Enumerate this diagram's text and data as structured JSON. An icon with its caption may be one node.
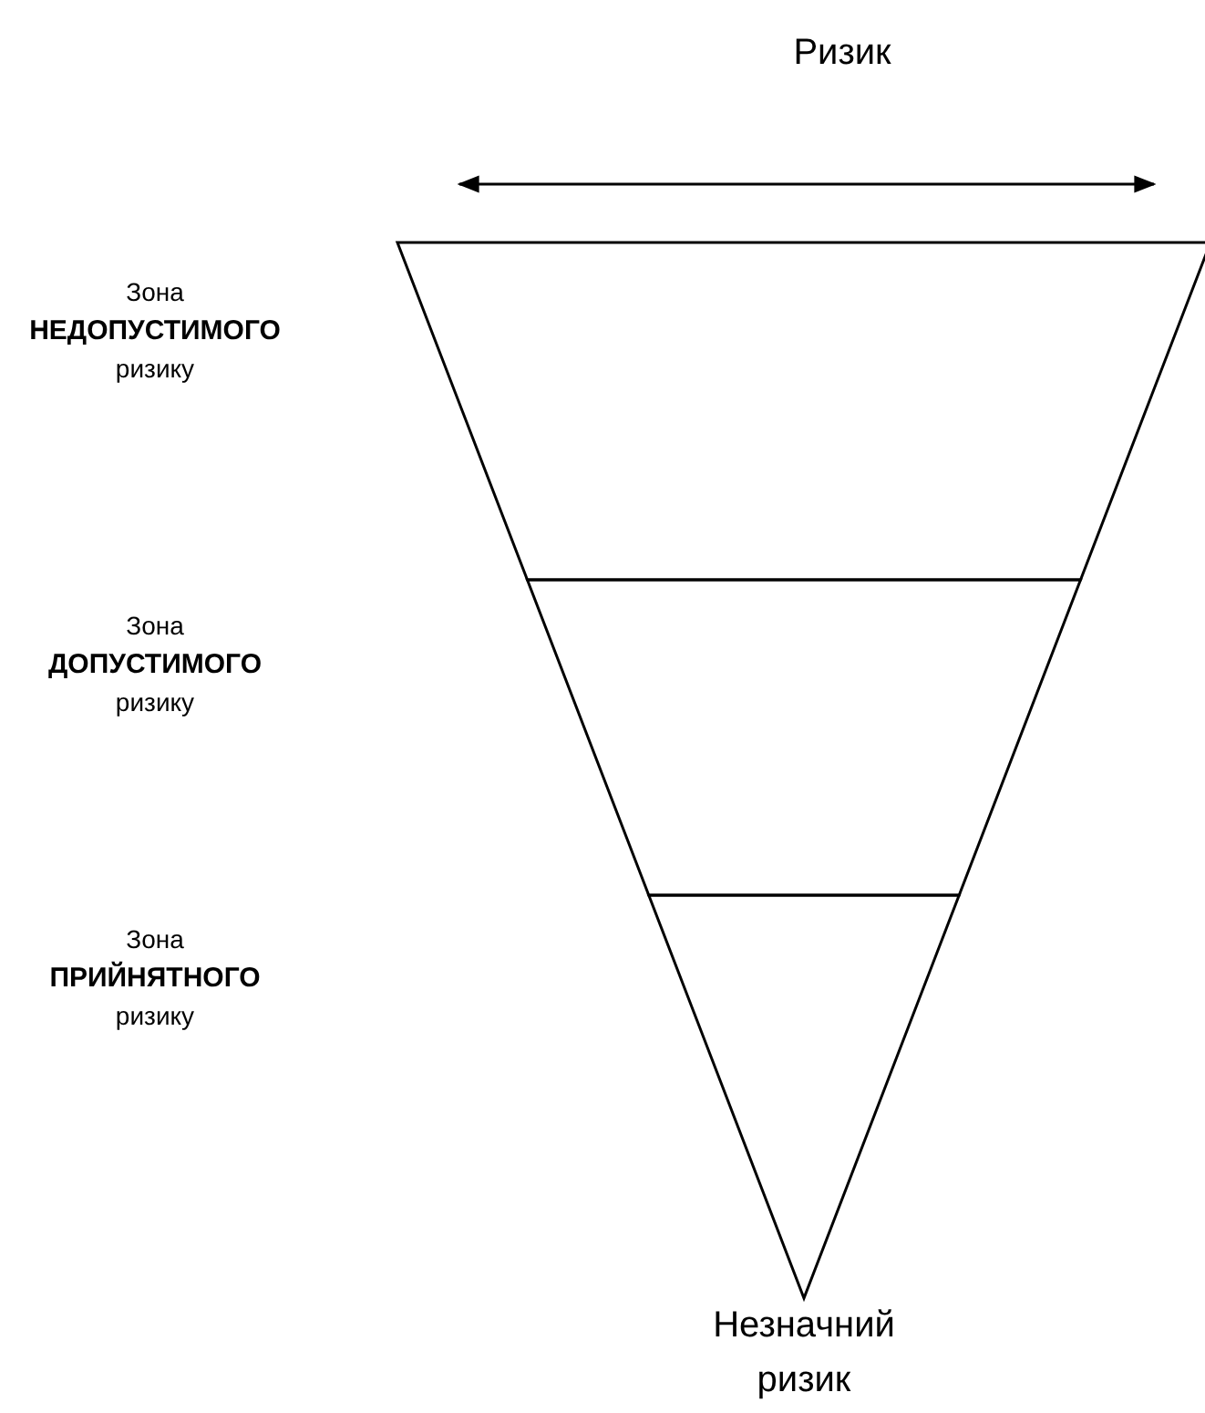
{
  "diagram": {
    "nodes": [
      {
        "text": [],
        "shape": "trapezoid"
      },
      {
        "text": [],
        "shape": "trapezoid"
      },
      {
        "text": [],
        "shape": "triangle",
        "beside": [
          "Незначний ризик"
        ]
      }
    ],
    "edges": [],
    "labels": [
      "Ризик",
      "Зона **НЕДОПУСТИМОГО** ризику",
      "Зона **ДОПУСТИМОГО** ризику",
      "Зона **ПРИЙНЯТНОГО** ризику"
    ]
  }
}
